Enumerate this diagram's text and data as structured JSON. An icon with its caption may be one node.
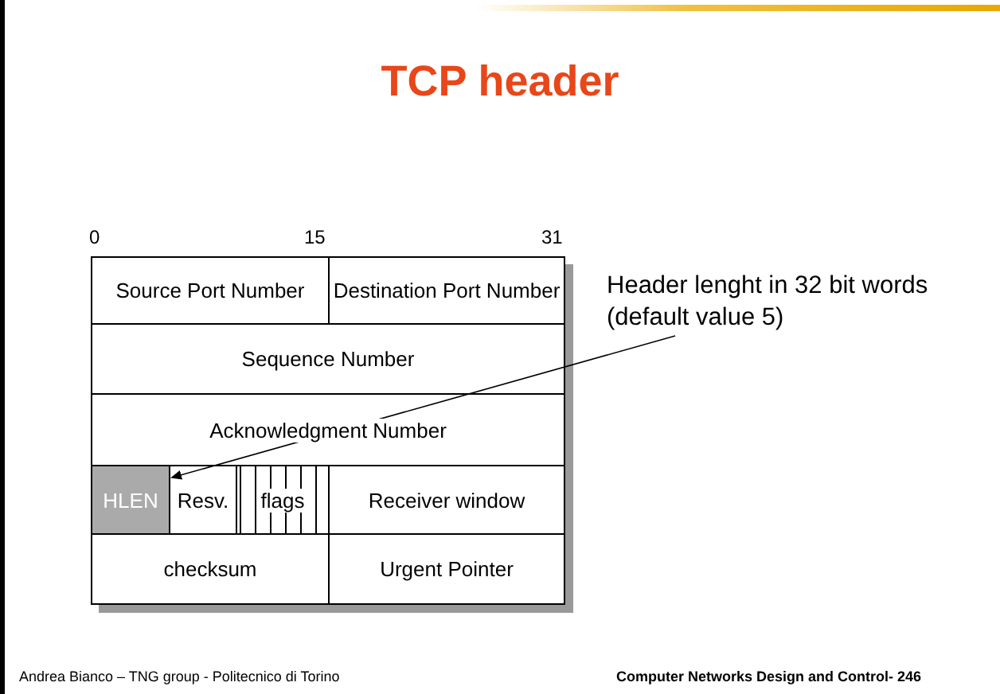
{
  "diagram": {
    "title": "TCP header",
    "nodes": [
      {
        "text": [
          "Source Port Number"
        ]
      },
      {
        "text": [
          "Destination Port Number"
        ]
      },
      {
        "text": [
          "Sequence Number"
        ]
      },
      {
        "text": [
          "Acknowledgment Number"
        ]
      },
      {
        "text": [
          "HLEN"
        ]
      },
      {
        "text": [
          "Resv."
        ]
      },
      {
        "text": [
          "flags"
        ]
      },
      {
        "text": [
          "Receiver window"
        ]
      },
      {
        "text": [
          "checksum"
        ]
      },
      {
        "text": [
          "Urgent Pointer"
        ]
      },
      {
        "text": [
          "Header lenght in 32 bit words (default value 5)"
        ]
      }
    ],
    "edges": [
      {
        "from": 10,
        "to": 4,
        "arrow": "to"
      }
    ],
    "labels": [
      "0",
      "15",
      "31",
      "Andrea Bianco – TNG group - Politecnico di Torino",
      "Computer Networks Design and Control- 246"
    ]
  }
}
